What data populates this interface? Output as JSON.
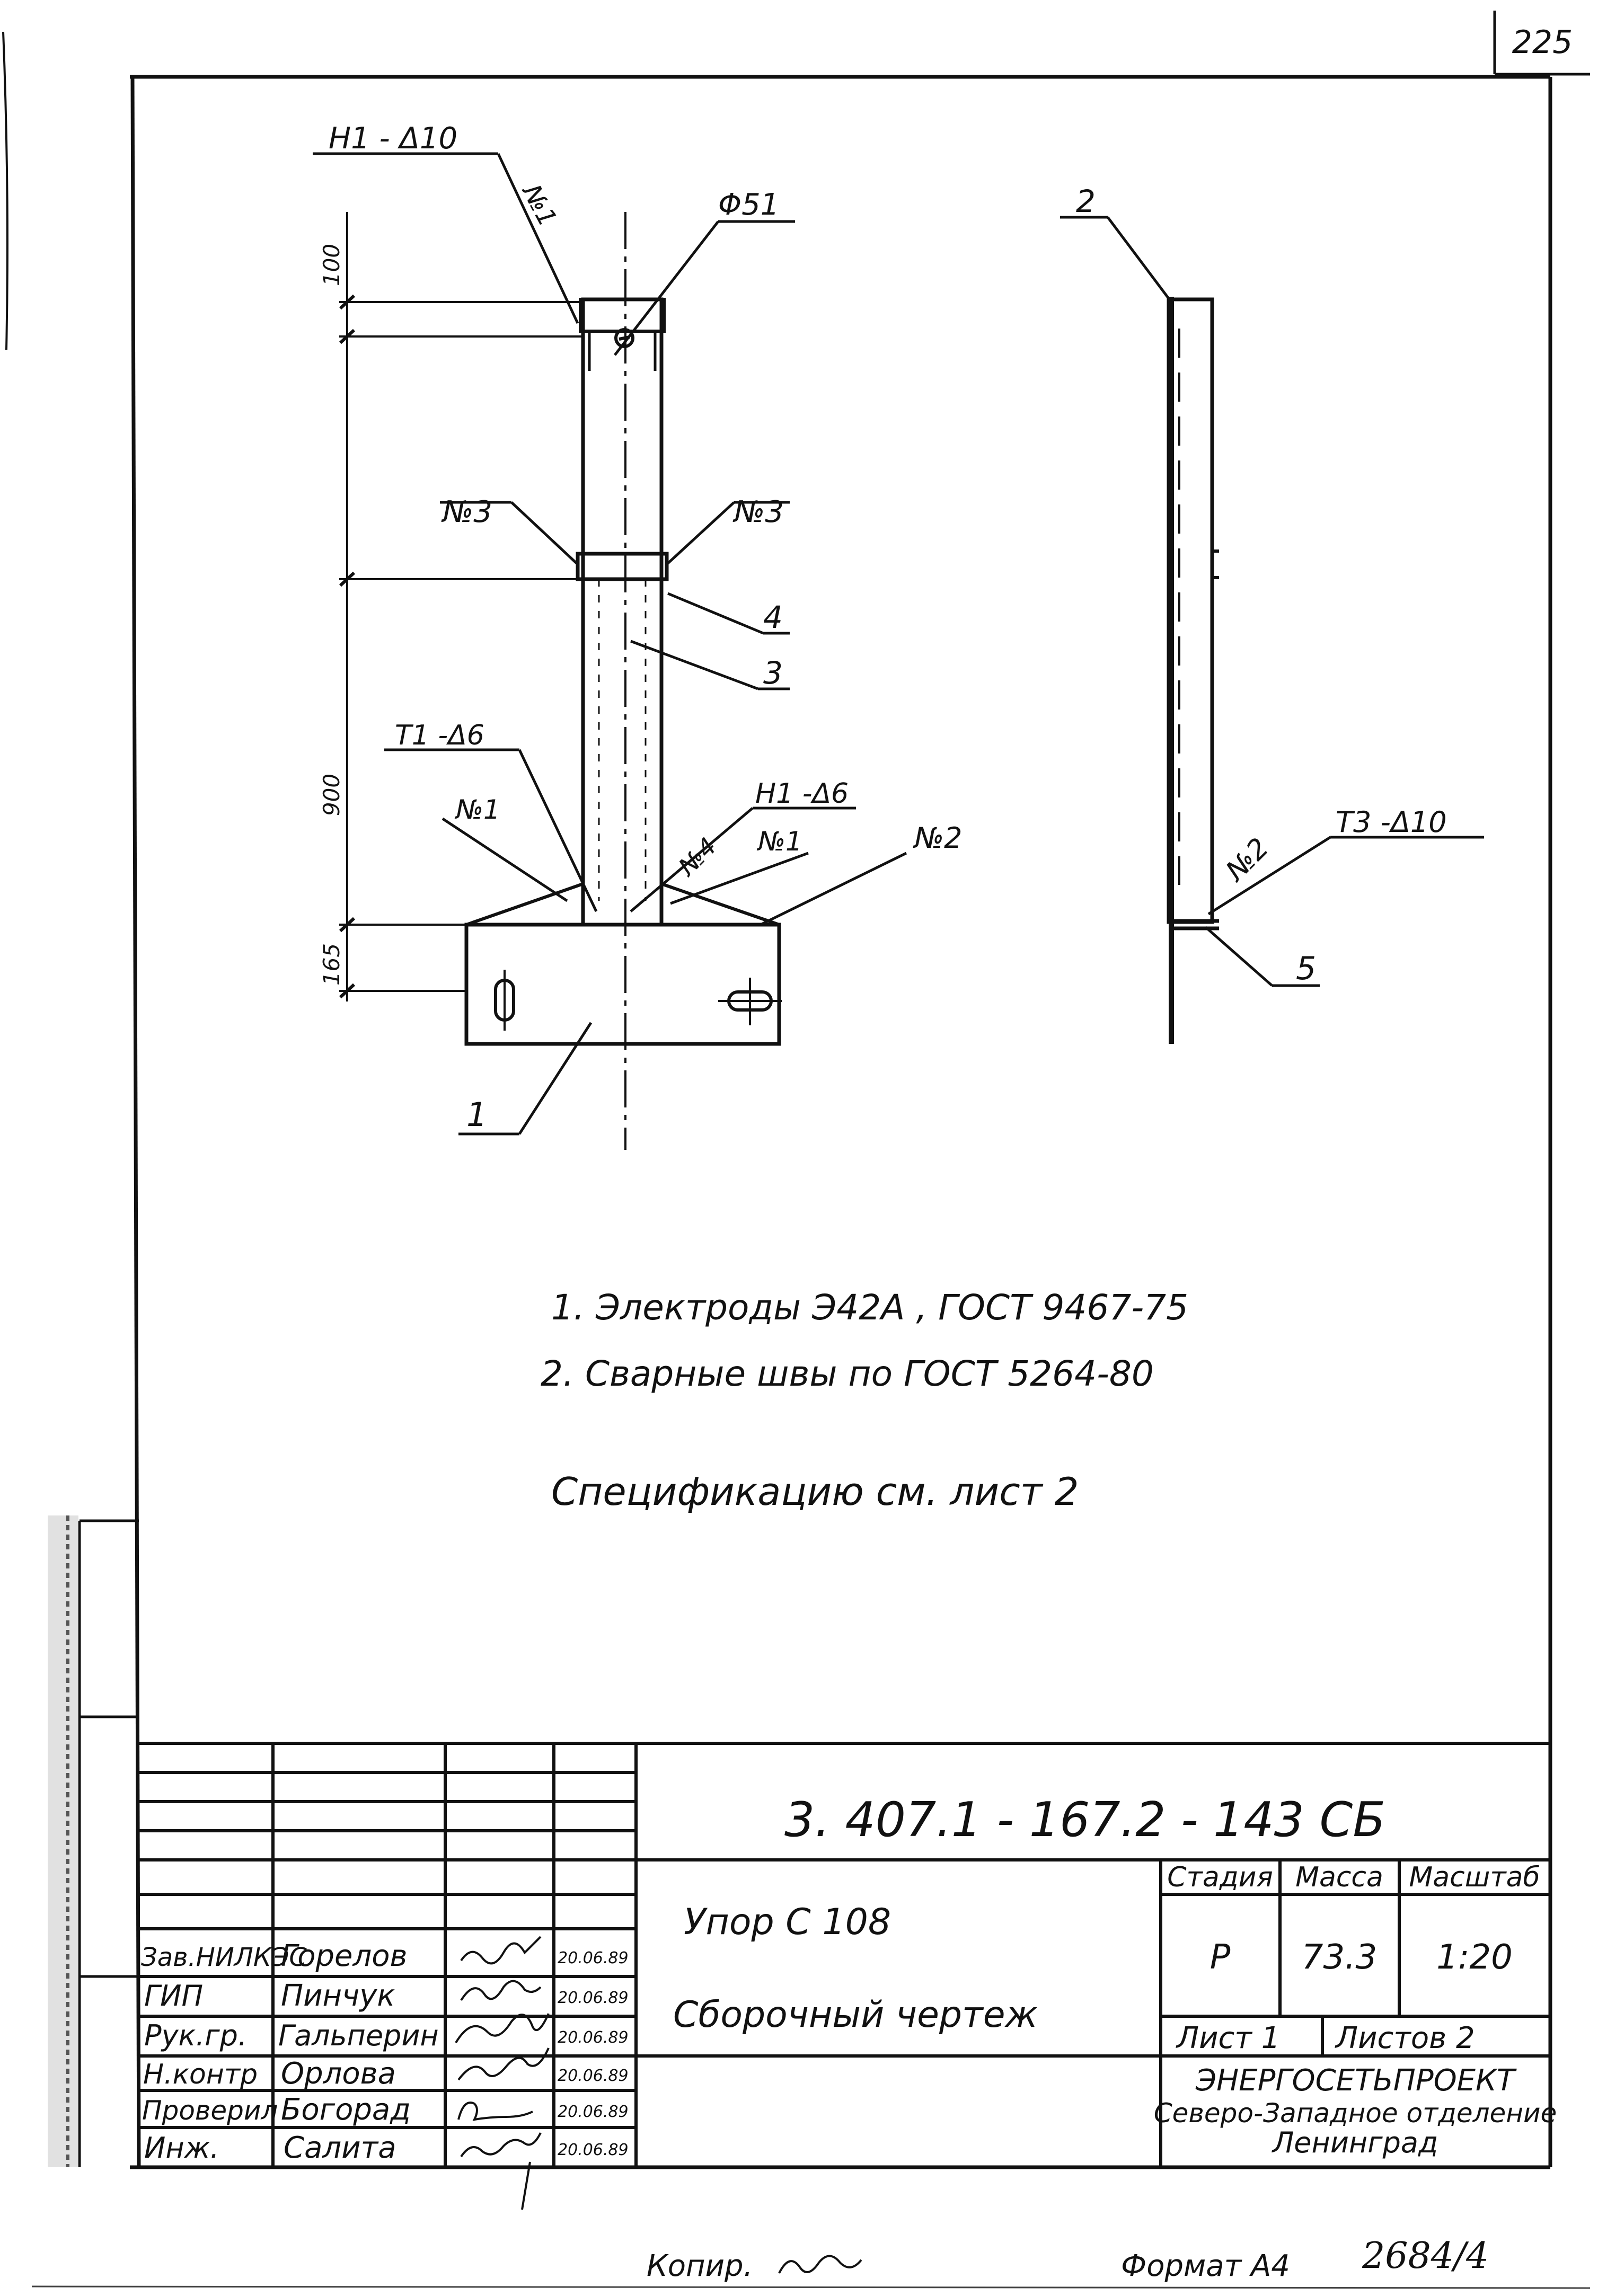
{
  "page_number": "225",
  "drawing": {
    "front_view": {
      "labels": {
        "weld_n1_top": "Н1 - Δ10",
        "weld_top_mark": "№1",
        "hole_diameter": "Φ51",
        "weld_left_3": "№3",
        "weld_right_3": "№3",
        "part_4": "4",
        "part_3": "3",
        "weld_t1": "Т1 -Δ6",
        "weld_left_1": "№1",
        "weld_h1": "Н1 -Δ6",
        "weld_n4": "№4",
        "weld_mid_1": "№1",
        "weld_n2": "№2",
        "part_1": "1"
      },
      "dimensions": {
        "top": "100",
        "middle": "900",
        "bottom": "165"
      }
    },
    "side_view": {
      "labels": {
        "part_2": "2",
        "weld_n2": "№2",
        "weld_t3": "Т3 -Δ10",
        "part_5": "5"
      }
    }
  },
  "notes": [
    "1.  Электроды Э42А , ГОСТ 9467-75",
    "2.  Сварные швы по ГОСТ 5264-80"
  ],
  "spec_note": "Спецификацию  см. лист 2",
  "title_block": {
    "designation": "3. 407.1 - 167.2 - 143 СБ",
    "title_line1": "Упор С  108",
    "title_line2": "Сборочный  чертеж",
    "headers": {
      "stage": "Стадия",
      "mass": "Масса",
      "scale": "Масштаб"
    },
    "values": {
      "stage": "Р",
      "mass": "73.3",
      "scale": "1:20"
    },
    "sheet": "Лист 1",
    "sheets": "Листов 2",
    "org_line1": "ЭНЕРГОСЕТЬПРОЕКТ",
    "org_line2": "Северо-Западное отделение",
    "org_line3": "Ленинград",
    "signatures": [
      {
        "role": "Зав.НИЛКЭС",
        "name": "Горелов",
        "date": "20.06.89"
      },
      {
        "role": "ГИП",
        "name": "Пинчук",
        "date": "20.06.89"
      },
      {
        "role": "Рук.гр.",
        "name": "Гальперин",
        "date": "20.06.89"
      },
      {
        "role": "Н.контр",
        "name": "Орлова",
        "date": "20.06.89"
      },
      {
        "role": "Проверил",
        "name": "Богорад",
        "date": "20.06.89"
      },
      {
        "role": "Инж.",
        "name": "Салита",
        "date": "20.06.89"
      }
    ]
  },
  "footer": {
    "copied": "Копир.",
    "format": "Формат А4",
    "number": "2684/4"
  }
}
